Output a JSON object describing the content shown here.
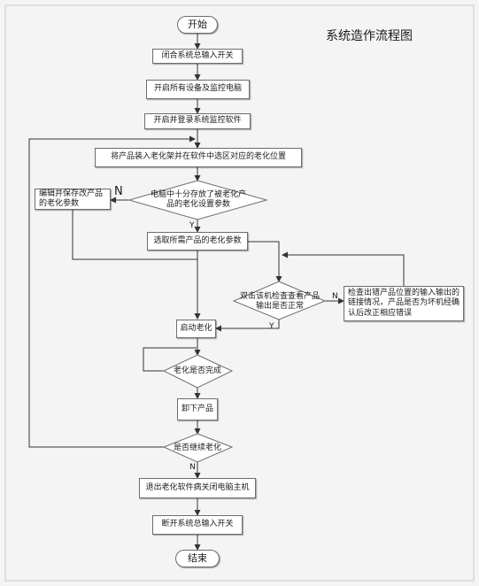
{
  "title": "系统造作流程图",
  "start": "开始",
  "end": "结束",
  "steps": {
    "close_switch": "闭合系统总输入开关",
    "open_devices": "开启所有设备及监控电脑",
    "login": "开启并登录系统监控软件",
    "load_product": "将产品装入老化架并在软件中选区对应的老化位置",
    "edit_save": "编辑并保存改产品的老化参数",
    "select_params": "选取所需产品的老化参数",
    "check_fix": "检查出错产品位置的输入输出的链接情况，产品是否为坏机经确认后改正相应错误",
    "start_aging": "启动老化",
    "unload": "卸下产品",
    "exit_shutdown": "退出老化软件病关闭电脑主机",
    "open_switch": "断开系统总输入开关"
  },
  "decisions": {
    "params_stored": "电脑中十分存放了被老化产品的老化设置参数",
    "output_normal": "双击该机检查查看产品输出是否正常",
    "aging_done": "老化是否完成",
    "continue": "是否继续老化"
  },
  "labels": {
    "n1": "N",
    "y1": "Y",
    "n2": "N",
    "y2": "Y",
    "n3": "N"
  }
}
